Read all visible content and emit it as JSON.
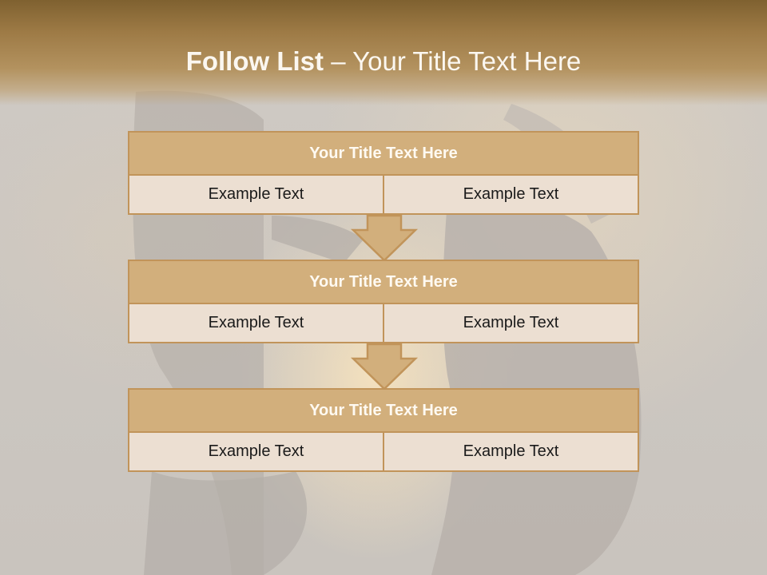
{
  "slide": {
    "title_bold": "Follow List",
    "title_rest": "– Your Title Text Here"
  },
  "blocks": [
    {
      "title": "Your Title Text Here",
      "left": "Example Text",
      "right": "Example Text"
    },
    {
      "title": "Your Title Text Here",
      "left": "Example Text",
      "right": "Example Text"
    },
    {
      "title": "Your Title Text Here",
      "left": "Example Text",
      "right": "Example Text"
    }
  ],
  "colors": {
    "header_bar": "#9d7a45",
    "block_header": "#d2af7c",
    "block_border": "#c1945a",
    "block_body": "#ecdfd2",
    "arrow_fill": "#d2af7c"
  }
}
